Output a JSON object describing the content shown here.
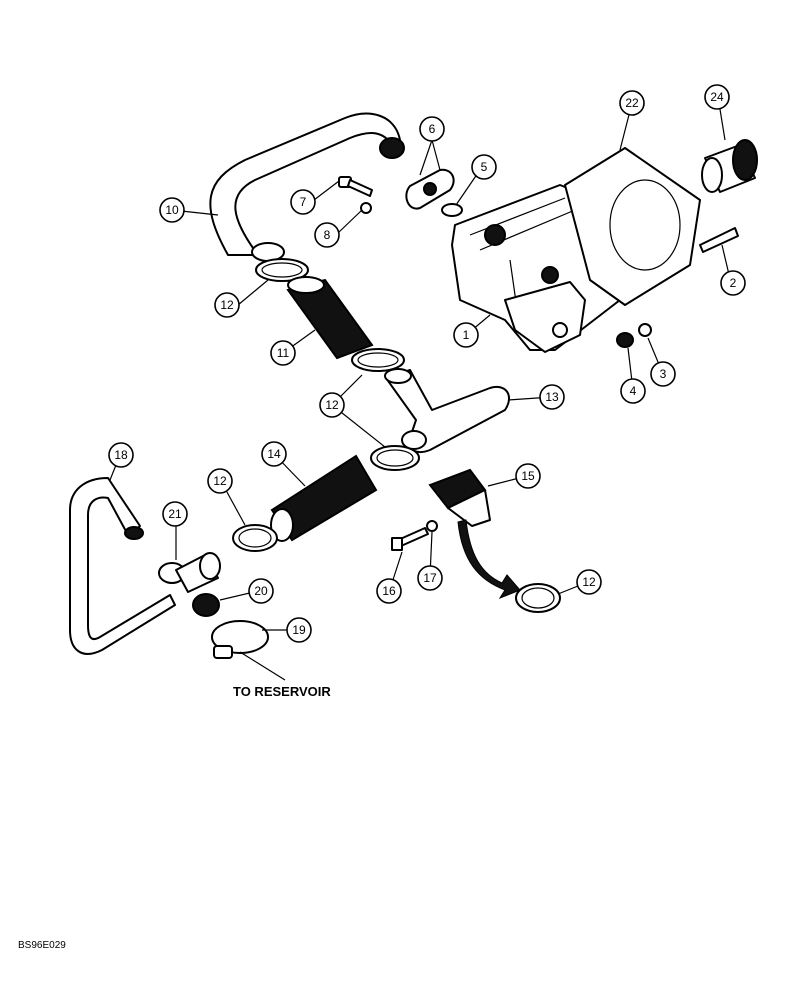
{
  "caption": "TO RESERVOIR",
  "figure_id": "BS96E029",
  "callouts": [
    {
      "id": "c1",
      "label": "1"
    },
    {
      "id": "c2",
      "label": "2"
    },
    {
      "id": "c3",
      "label": "3"
    },
    {
      "id": "c4",
      "label": "4"
    },
    {
      "id": "c5",
      "label": "5"
    },
    {
      "id": "c6",
      "label": "6"
    },
    {
      "id": "c7",
      "label": "7"
    },
    {
      "id": "c8",
      "label": "8"
    },
    {
      "id": "c10",
      "label": "10"
    },
    {
      "id": "c11",
      "label": "11"
    },
    {
      "id": "c12a",
      "label": "12"
    },
    {
      "id": "c12b",
      "label": "12"
    },
    {
      "id": "c12c",
      "label": "12"
    },
    {
      "id": "c12d",
      "label": "12"
    },
    {
      "id": "c13",
      "label": "13"
    },
    {
      "id": "c14",
      "label": "14"
    },
    {
      "id": "c15",
      "label": "15"
    },
    {
      "id": "c16",
      "label": "16"
    },
    {
      "id": "c17",
      "label": "17"
    },
    {
      "id": "c18",
      "label": "18"
    },
    {
      "id": "c19",
      "label": "19"
    },
    {
      "id": "c20",
      "label": "20"
    },
    {
      "id": "c21",
      "label": "21"
    },
    {
      "id": "c22",
      "label": "22"
    },
    {
      "id": "c24",
      "label": "24"
    }
  ]
}
